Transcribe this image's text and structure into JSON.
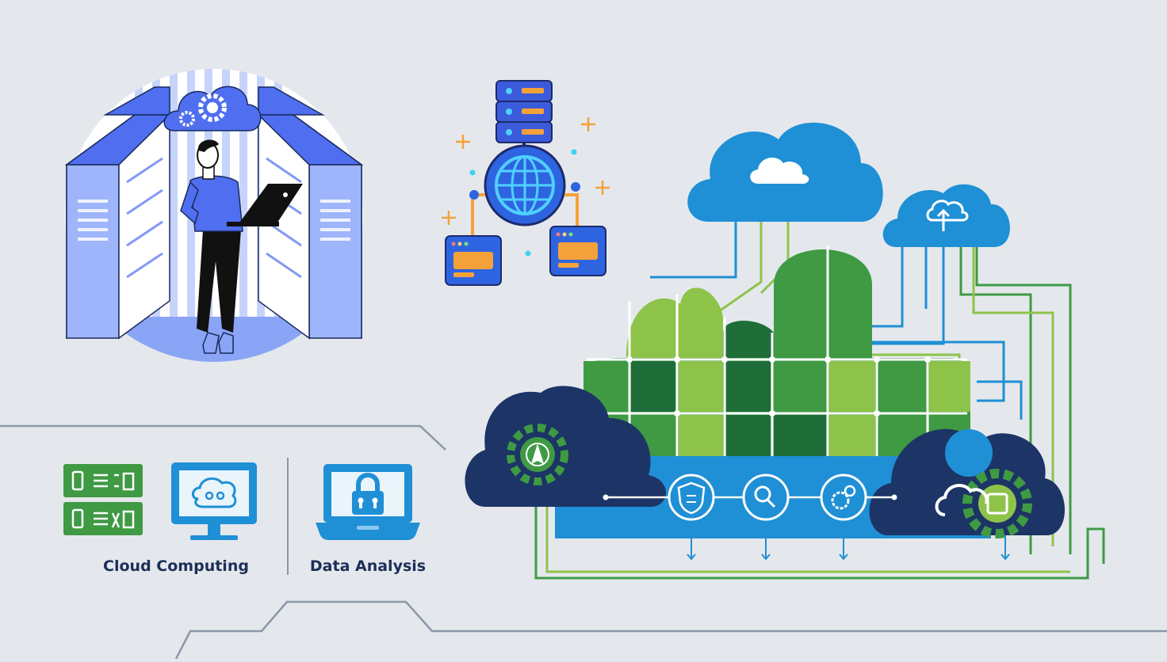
{
  "labels": {
    "cloud_computing": "Cloud Computing",
    "data_analysis": "Data Analysis"
  },
  "colors": {
    "background": "#e4e8ec",
    "blue_primary": "#1f8fd6",
    "indigo": "#4f6ff0",
    "navy": "#1c3466",
    "green_dark": "#1f6e3a",
    "green_mid": "#3f9a43",
    "green_light": "#8ec34a",
    "orange": "#f5a13a"
  },
  "icons": [
    "server-room-illustration",
    "person-with-laptop",
    "cloud-gear-icon",
    "server-stack-icon",
    "globe-icon",
    "browser-window-icon",
    "sparkle-icon",
    "server-rack-icon",
    "monitor-cloud-icon",
    "laptop-lock-icon",
    "upload-cloud-icon",
    "shield-icon",
    "magnifier-icon",
    "gear-icon"
  ]
}
